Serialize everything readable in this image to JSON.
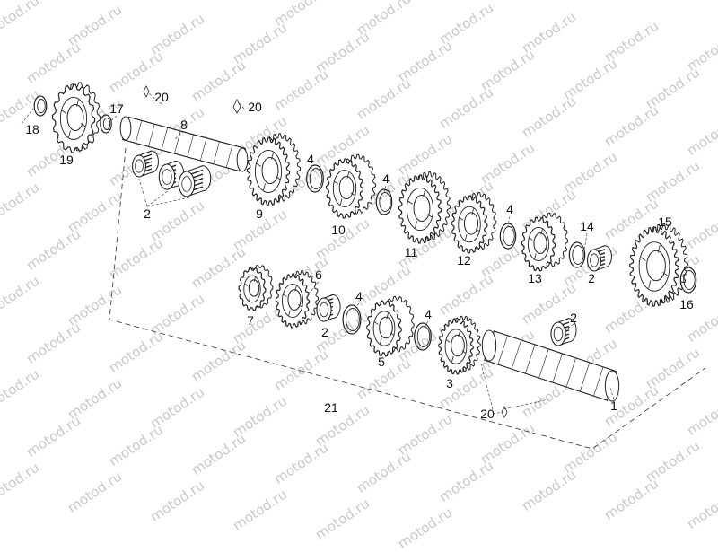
{
  "watermark": {
    "text": "motod.ru",
    "color": "#c9c9c9"
  },
  "colors": {
    "stroke": "#222222",
    "fill": "#ffffff",
    "leader": "#444444"
  },
  "diagram": {
    "type": "exploded-parts-diagram",
    "subject": "gearbox shafts",
    "callouts": [
      {
        "id": "c18",
        "label": "18",
        "part": "circlip"
      },
      {
        "id": "c19",
        "label": "19",
        "part": "sprocket"
      },
      {
        "id": "c17",
        "label": "17",
        "part": "washer"
      },
      {
        "id": "c20a",
        "label": "20",
        "part": "pin"
      },
      {
        "id": "c20b",
        "label": "20",
        "part": "pin"
      },
      {
        "id": "c8",
        "label": "8",
        "part": "secondary shaft"
      },
      {
        "id": "c2a",
        "label": "2",
        "part": "needle bearing"
      },
      {
        "id": "c9",
        "label": "9",
        "part": "gear"
      },
      {
        "id": "c4a",
        "label": "4",
        "part": "circlip"
      },
      {
        "id": "c10",
        "label": "10",
        "part": "gear"
      },
      {
        "id": "c4b",
        "label": "4",
        "part": "circlip"
      },
      {
        "id": "c11",
        "label": "11",
        "part": "gear"
      },
      {
        "id": "c12",
        "label": "12",
        "part": "gear"
      },
      {
        "id": "c4c",
        "label": "4",
        "part": "circlip"
      },
      {
        "id": "c13",
        "label": "13",
        "part": "gear"
      },
      {
        "id": "c14",
        "label": "14",
        "part": "washer"
      },
      {
        "id": "c2b",
        "label": "2",
        "part": "needle bearing"
      },
      {
        "id": "c15",
        "label": "15",
        "part": "gear"
      },
      {
        "id": "c16",
        "label": "16",
        "part": "washer"
      },
      {
        "id": "c7",
        "label": "7",
        "part": "gear"
      },
      {
        "id": "c6",
        "label": "6",
        "part": "gear"
      },
      {
        "id": "c2c",
        "label": "2",
        "part": "needle bearing"
      },
      {
        "id": "c4d",
        "label": "4",
        "part": "circlip"
      },
      {
        "id": "c5",
        "label": "5",
        "part": "gear"
      },
      {
        "id": "c4e",
        "label": "4",
        "part": "circlip"
      },
      {
        "id": "c3",
        "label": "3",
        "part": "gear"
      },
      {
        "id": "c2d",
        "label": "2",
        "part": "needle bearing"
      },
      {
        "id": "c1",
        "label": "1",
        "part": "primary shaft"
      },
      {
        "id": "c20c",
        "label": "20",
        "part": "pin"
      },
      {
        "id": "c21",
        "label": "21",
        "part": "shaft assembly"
      }
    ]
  }
}
